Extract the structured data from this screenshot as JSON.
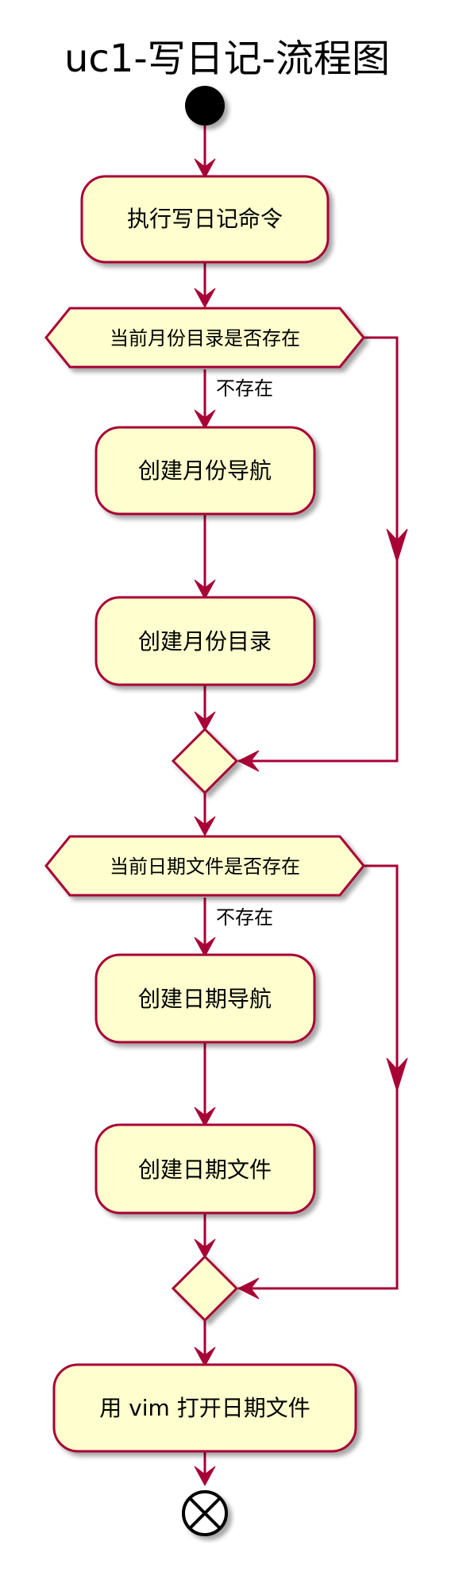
{
  "title": "uc1-写日记-流程图",
  "colors": {
    "node_fill": "#FEFECE",
    "border": "#A80036",
    "start": "#000000",
    "shadow": "#c8c8c8"
  },
  "nodes": {
    "exec_command": "执行写日记命令",
    "check_month_dir": "当前月份目录是否存在",
    "create_month_nav": "创建月份导航",
    "create_month_dir": "创建月份目录",
    "check_date_file": "当前日期文件是否存在",
    "create_date_nav": "创建日期导航",
    "create_date_file": "创建日期文件",
    "open_vim": "用 vim 打开日期文件"
  },
  "labels": {
    "month_not_exist": "不存在",
    "date_not_exist": "不存在"
  }
}
